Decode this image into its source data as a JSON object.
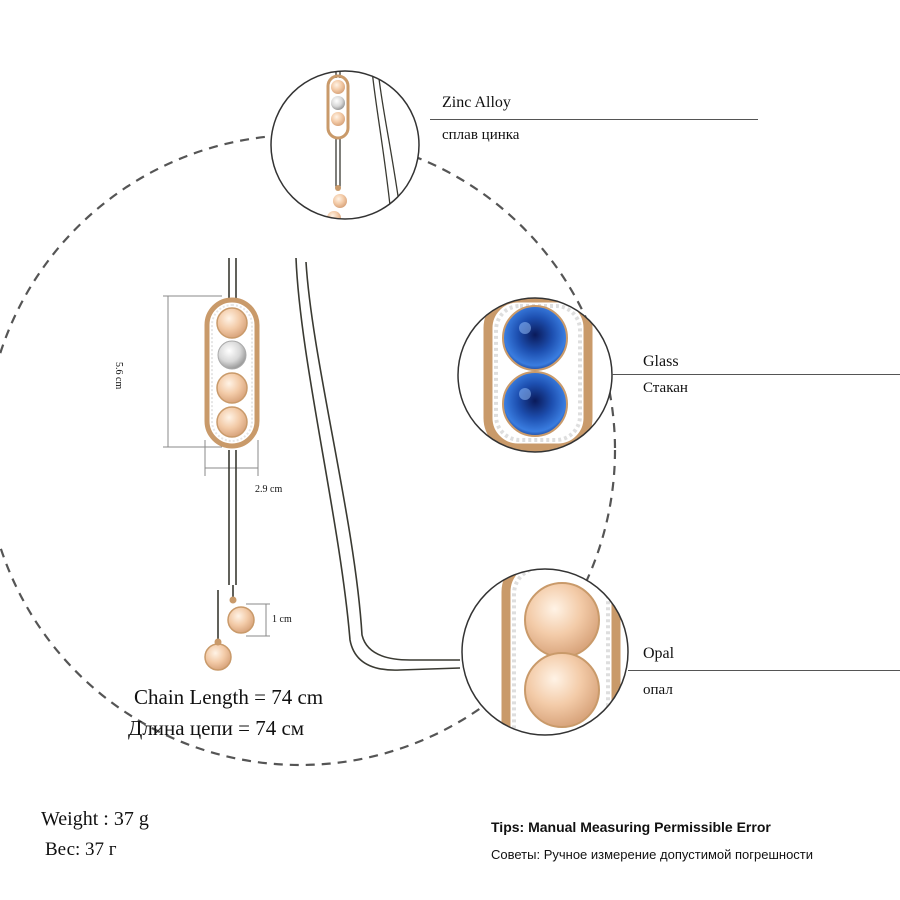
{
  "dimensions": {
    "height": "5.6 cm",
    "width": "2.9 cm",
    "drop": "1 cm"
  },
  "callouts": {
    "zinc": {
      "en": "Zinc Alloy",
      "ru": "сплав цинка"
    },
    "glass": {
      "en": "Glass",
      "ru": "Стакан"
    },
    "opal": {
      "en": "Opal",
      "ru": "опал"
    }
  },
  "chain": {
    "en": "Chain Length = 74 cm",
    "ru": "Длина цепи = 74 см"
  },
  "weight": {
    "en": "Weight : 37 g",
    "ru": "Вес: 37 г"
  },
  "tips": {
    "en": "Tips: Manual Measuring Permissible Error",
    "ru": "Советы: Ручное измерение допустимой погрешности"
  },
  "colors": {
    "dashed_line": "#555555",
    "metal": "#c99a6a",
    "opal": "#f0c9a6",
    "glass": "#1f4fa8",
    "chain": "#3a3a32"
  }
}
